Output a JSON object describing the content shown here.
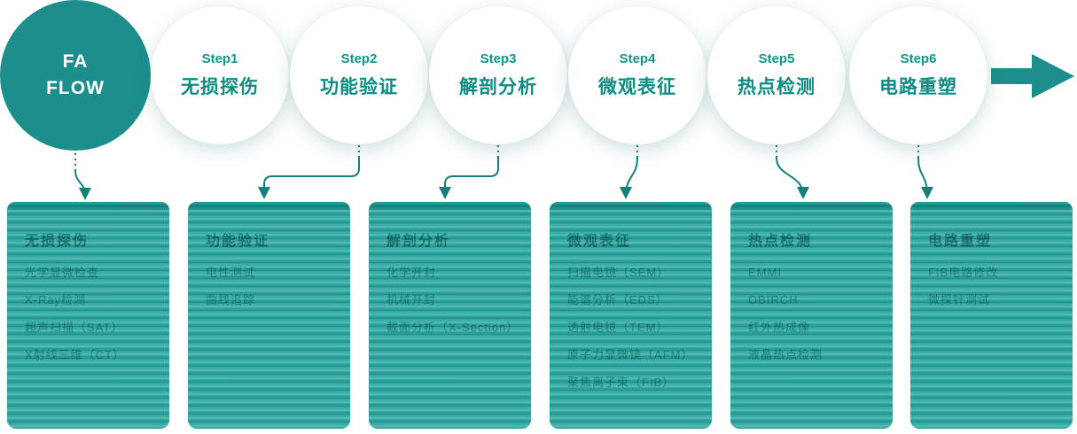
{
  "flow": {
    "badge": {
      "line1": "FA",
      "line2": "FLOW"
    },
    "steps": [
      {
        "step": "Step1",
        "title": "无损探伤"
      },
      {
        "step": "Step2",
        "title": "功能验证"
      },
      {
        "step": "Step3",
        "title": "解剖分析"
      },
      {
        "step": "Step4",
        "title": "微观表征"
      },
      {
        "step": "Step5",
        "title": "热点检测"
      },
      {
        "step": "Step6",
        "title": "电路重塑"
      }
    ]
  },
  "cards": [
    {
      "title": "无损探伤",
      "items": [
        "光学显微检查",
        "X-Ray检测",
        "超声扫描（SAT）",
        "X射线三维（CT）"
      ]
    },
    {
      "title": "功能验证",
      "items": [
        "电性测试",
        "曲线追踪"
      ]
    },
    {
      "title": "解剖分析",
      "items": [
        "化学开封",
        "机械开封",
        "截面分析（X-Section）"
      ]
    },
    {
      "title": "微观表征",
      "items": [
        "扫描电镜（SEM）",
        "能谱分析（EDS）",
        "透射电镜（TEM）",
        "原子力显微镜（AFM）",
        "聚焦离子束（FIB）"
      ]
    },
    {
      "title": "热点检测",
      "items": [
        "EMMI",
        "OBIRCH",
        "红外热成像",
        "液晶热点检测"
      ]
    },
    {
      "title": "电路重塑",
      "items": [
        "FIB电路修改",
        "微探针测试"
      ]
    }
  ],
  "colors": {
    "teal": "#1d8e8c",
    "card_bg": "#2aa39c",
    "card_text": "#065856",
    "step_text": "#0f8b84"
  }
}
